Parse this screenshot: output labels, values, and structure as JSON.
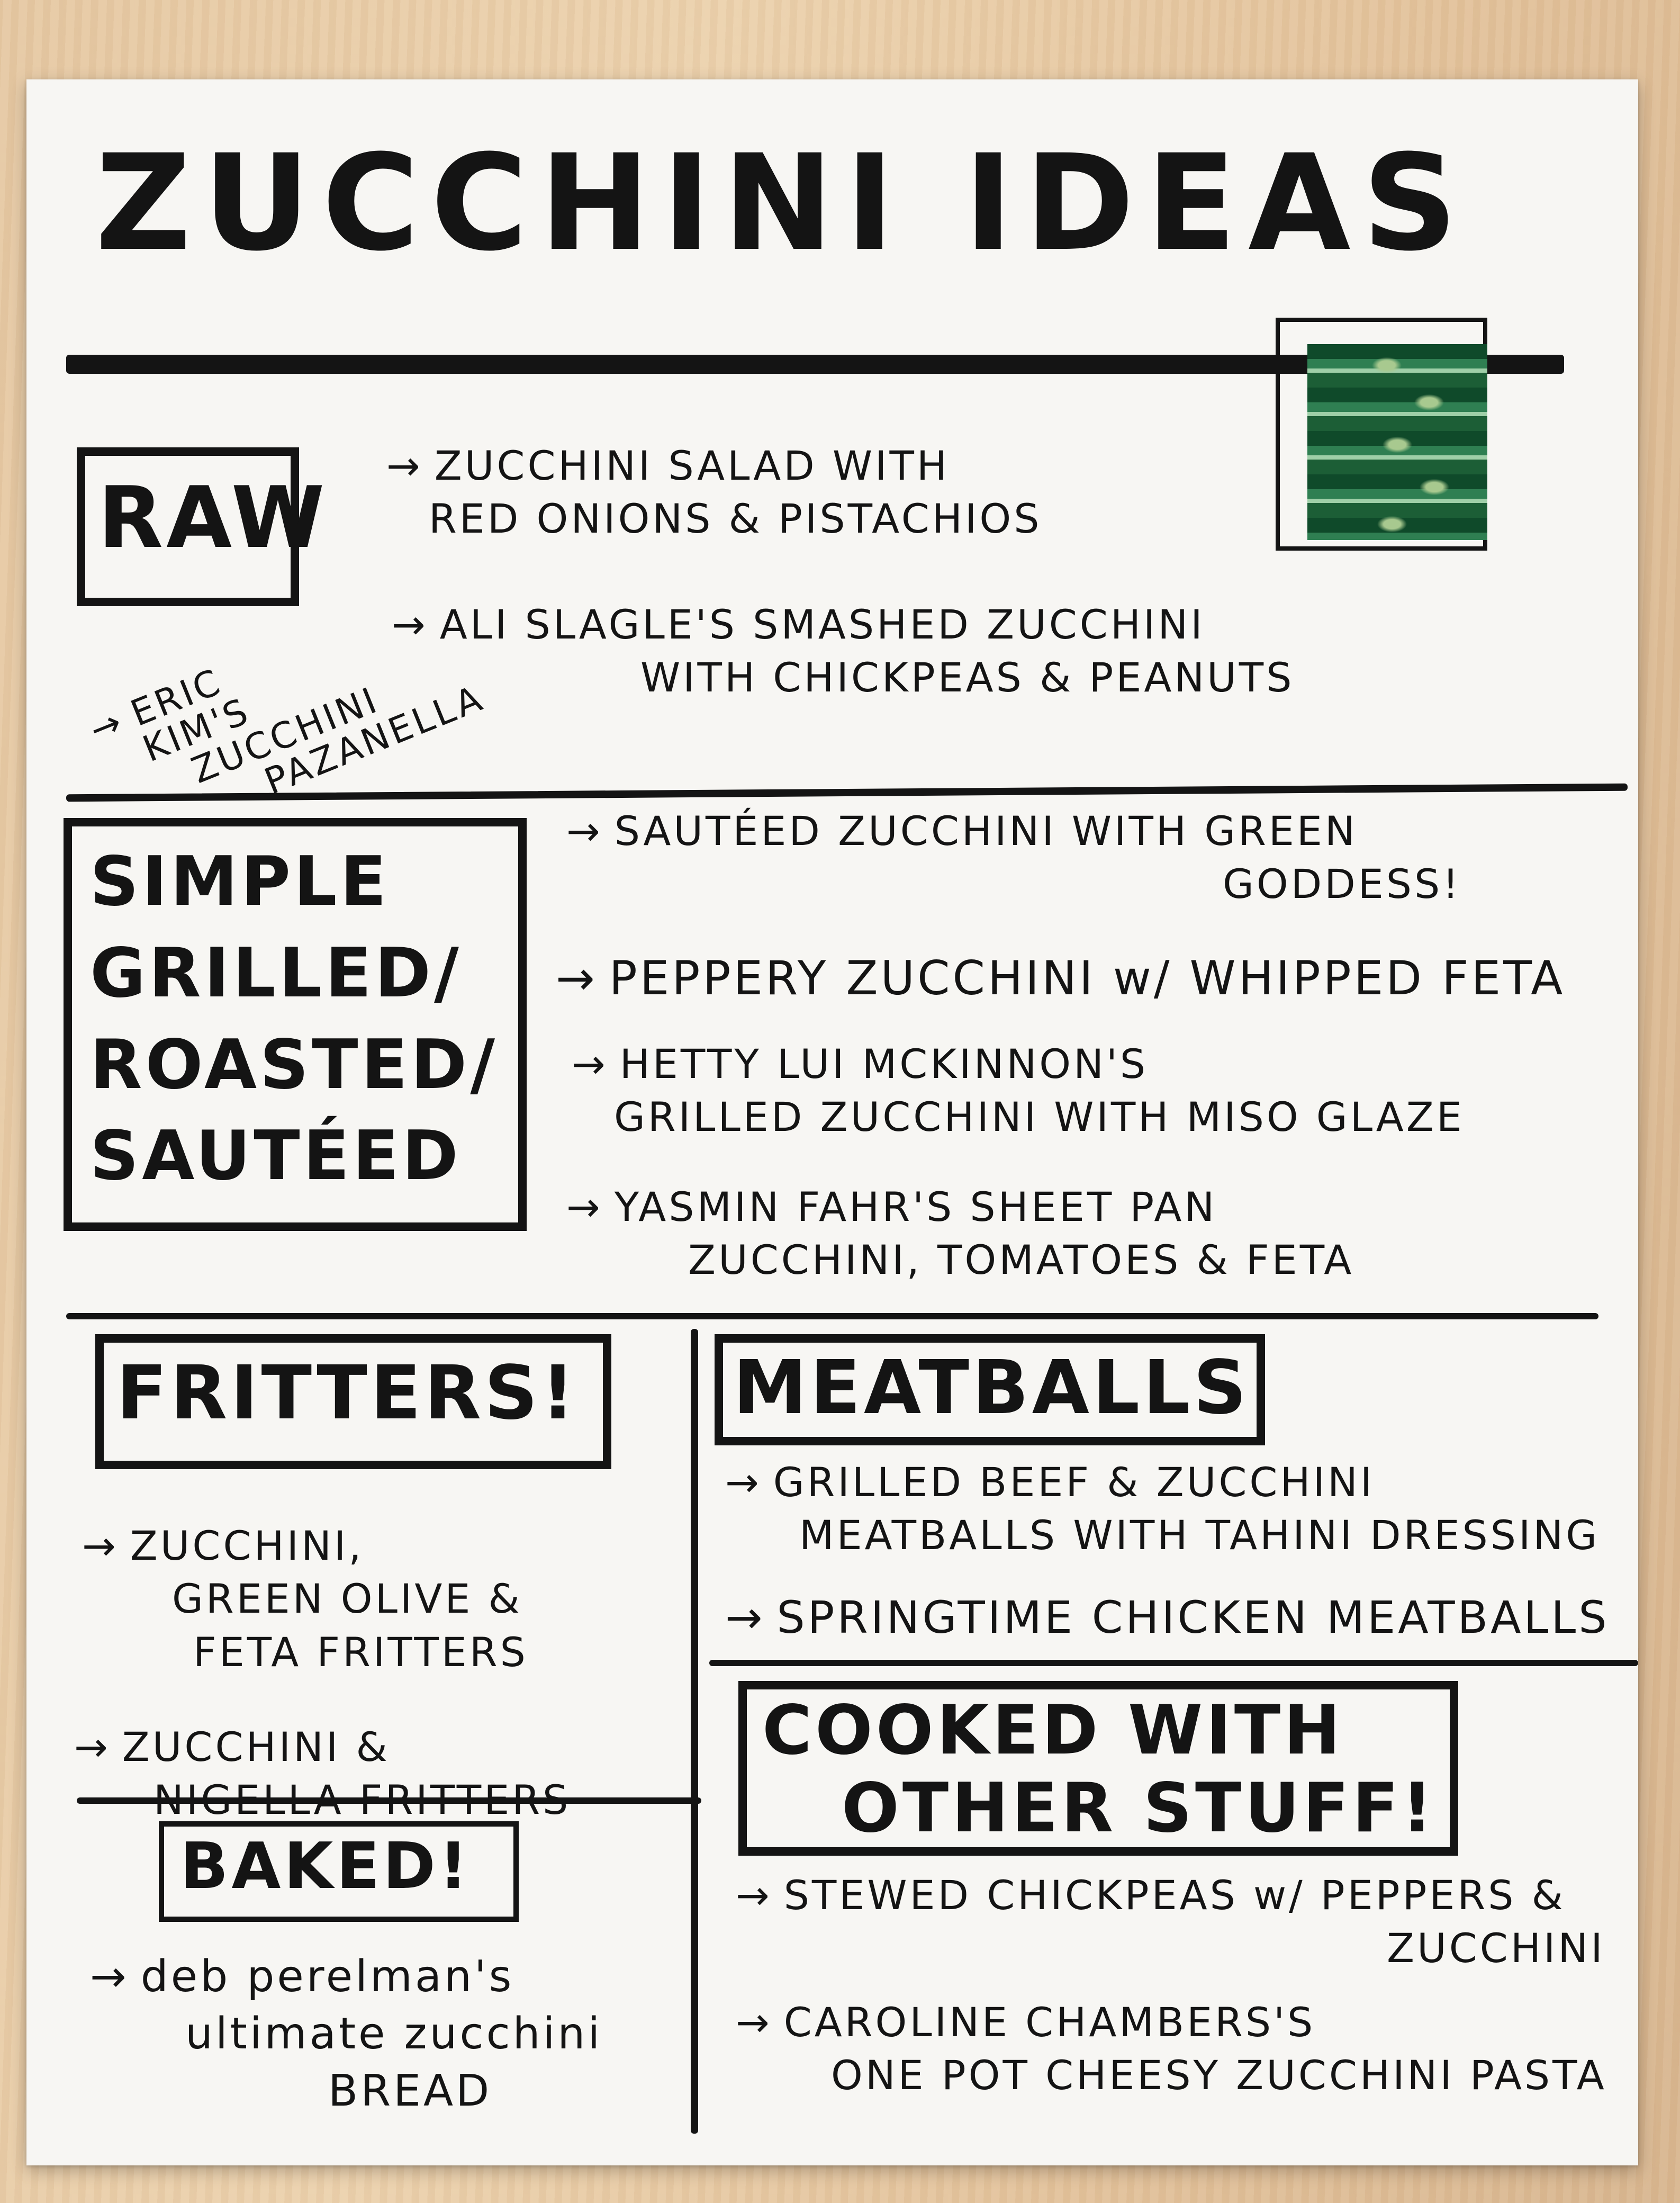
{
  "title": "ZUCCHINI IDEAS",
  "sections": {
    "raw": {
      "heading": "RAW",
      "items": [
        [
          "ZUCCHINI SALAD WITH",
          "RED ONIONS & PISTACHIOS"
        ],
        [
          "ALI SLAGLE'S SMASHED ZUCCHINI",
          "WITH CHICKPEAS & PEANUTS"
        ],
        [
          "ERIC",
          "KIM'S",
          "ZUCCHINI",
          "PAZANELLA"
        ]
      ]
    },
    "simple": {
      "heading": [
        "SIMPLE",
        "GRILLED/",
        "ROASTED/",
        "SAUTÉED"
      ],
      "items": [
        [
          "SAUTÉED ZUCCHINI WITH GREEN",
          "GODDESS!"
        ],
        [
          "PEPPERY ZUCCHINI w/ WHIPPED FETA"
        ],
        [
          "HETTY LUI MCKINNON'S",
          "GRILLED ZUCCHINI WITH MISO GLAZE"
        ],
        [
          "YASMIN FAHR'S SHEET PAN",
          "ZUCCHINI, TOMATOES & FETA"
        ]
      ]
    },
    "fritters": {
      "heading": "FRITTERS!",
      "items": [
        [
          "ZUCCHINI,",
          "GREEN OLIVE &",
          "FETA FRITTERS"
        ],
        [
          "ZUCCHINI &",
          "NIGELLA FRITTERS"
        ]
      ]
    },
    "baked": {
      "heading": "BAKED!",
      "items": [
        [
          "deb perelman's",
          "ultimate zucchini",
          "BREAD"
        ]
      ]
    },
    "meatballs": {
      "heading": "MEATBALLS",
      "items": [
        [
          "GRILLED BEEF & ZUCCHINI",
          "MEATBALLS WITH TAHINI DRESSING"
        ],
        [
          "SPRINGTIME CHICKEN MEATBALLS"
        ]
      ]
    },
    "cooked": {
      "heading": [
        "COOKED WITH",
        "OTHER STUFF!"
      ],
      "items": [
        [
          "STEWED CHICKPEAS w/ PEPPERS &",
          "ZUCCHINI"
        ],
        [
          "CAROLINE CHAMBERS'S",
          "ONE POT CHEESY ZUCCHINI PASTA"
        ]
      ]
    }
  },
  "arrow_glyph": "→"
}
